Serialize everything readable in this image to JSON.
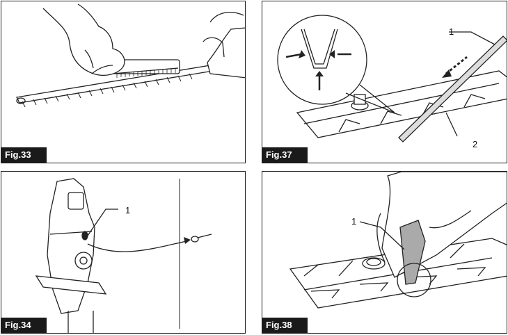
{
  "panels": [
    {
      "label": "Fig.33",
      "callouts": []
    },
    {
      "label": "Fig.37",
      "callouts": [
        "1",
        "2"
      ]
    },
    {
      "label": "Fig.34",
      "callouts": [
        "1"
      ]
    },
    {
      "label": "Fig.38",
      "callouts": [
        "1"
      ]
    }
  ]
}
